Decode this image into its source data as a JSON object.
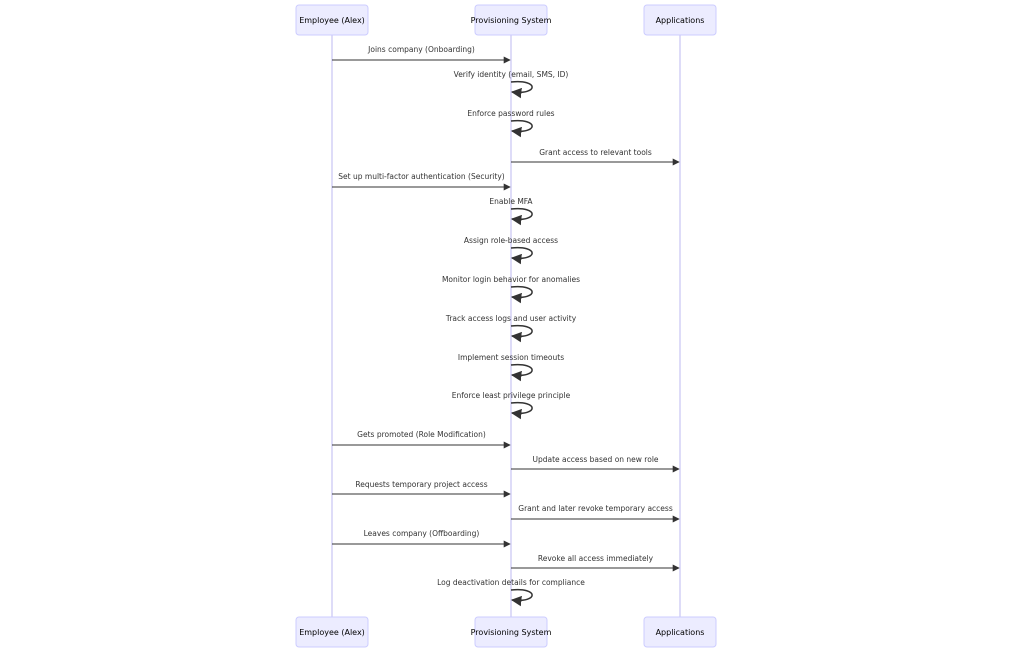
{
  "participants": [
    {
      "id": "alex",
      "label": "Employee (Alex)"
    },
    {
      "id": "ps",
      "label": "Provisioning System"
    },
    {
      "id": "apps",
      "label": "Applications"
    }
  ],
  "messages": [
    {
      "from": "alex",
      "to": "ps",
      "text": "Joins company (Onboarding)"
    },
    {
      "from": "ps",
      "to": "ps",
      "text": "Verify identity (email, SMS, ID)"
    },
    {
      "from": "ps",
      "to": "ps",
      "text": "Enforce password rules"
    },
    {
      "from": "ps",
      "to": "apps",
      "text": "Grant access to relevant tools"
    },
    {
      "from": "alex",
      "to": "ps",
      "text": "Set up multi-factor authentication (Security)"
    },
    {
      "from": "ps",
      "to": "ps",
      "text": "Enable MFA"
    },
    {
      "from": "ps",
      "to": "ps",
      "text": "Assign role-based access"
    },
    {
      "from": "ps",
      "to": "ps",
      "text": "Monitor login behavior for anomalies"
    },
    {
      "from": "ps",
      "to": "ps",
      "text": "Track access logs and user activity"
    },
    {
      "from": "ps",
      "to": "ps",
      "text": "Implement session timeouts"
    },
    {
      "from": "ps",
      "to": "ps",
      "text": "Enforce least privilege principle"
    },
    {
      "from": "alex",
      "to": "ps",
      "text": "Gets promoted (Role Modification)"
    },
    {
      "from": "ps",
      "to": "apps",
      "text": "Update access based on new role"
    },
    {
      "from": "alex",
      "to": "ps",
      "text": "Requests temporary project access"
    },
    {
      "from": "ps",
      "to": "apps",
      "text": "Grant and later revoke temporary access"
    },
    {
      "from": "alex",
      "to": "ps",
      "text": "Leaves company (Offboarding)"
    },
    {
      "from": "ps",
      "to": "apps",
      "text": "Revoke all access immediately"
    },
    {
      "from": "ps",
      "to": "ps",
      "text": "Log deactivation details for compliance"
    }
  ]
}
